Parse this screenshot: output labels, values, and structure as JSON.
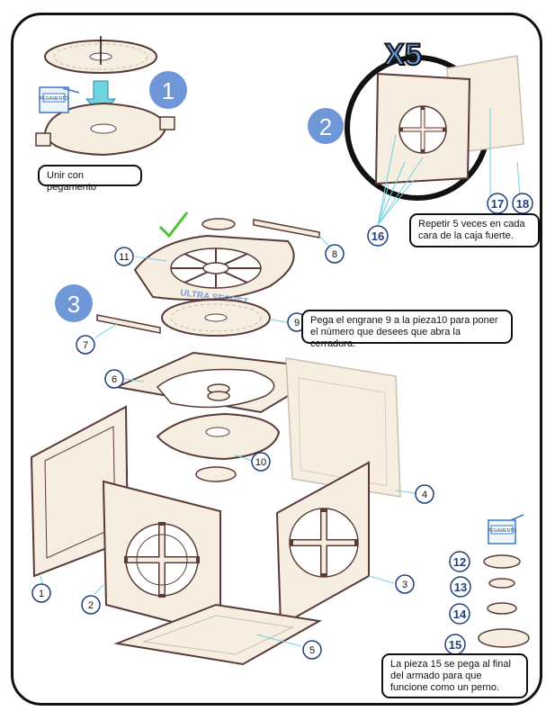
{
  "steps": {
    "step1": "1",
    "step2": "2",
    "step3": "3"
  },
  "repeat_badge": "X5",
  "notes": {
    "glue": "Unir con pegamento",
    "repeat": "Repetir 5 veces en cada cara de la caja fuerte.",
    "gear": "Pega el engrane 9 a la pieza10 para poner el número que desees que abra la cerradura.",
    "pin": "La pieza 15 se pega al final del armado para que funcione como un perno."
  },
  "glue_label": "PEGAMENTO",
  "engraving": "ULTRA SECRET",
  "part_labels": {
    "p1": "1",
    "p2": "2",
    "p3": "3",
    "p4": "4",
    "p5": "5",
    "p6": "6",
    "p7": "7",
    "p8": "8",
    "p9": "9",
    "p10": "10",
    "p11": "11",
    "p12": "12",
    "p13": "13",
    "p14": "14",
    "p15": "15",
    "p16": "16",
    "p17": "17",
    "p18": "18"
  },
  "colors": {
    "wood": "#f6eee0",
    "edge": "#5a3a38",
    "step_circle": "#6f97d8",
    "arrow": "#6fd3e0",
    "check": "#4fc13a",
    "label_blue": "#1f3f7a"
  }
}
